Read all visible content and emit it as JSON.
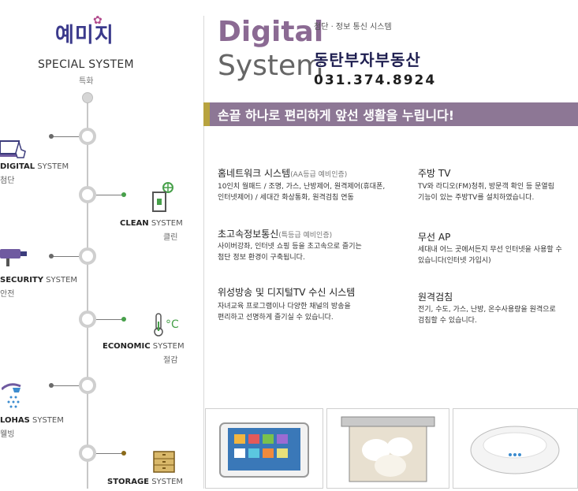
{
  "brand": {
    "logo": "예미지"
  },
  "left": {
    "title": "SPECIAL SYSTEM",
    "subtitle": "특화",
    "items": [
      {
        "bold": "DIGITAL",
        "light": " SYSTEM",
        "sub": "첨단"
      },
      {
        "bold": "CLEAN",
        "light": " SYSTEM",
        "sub": "클린"
      },
      {
        "bold": "SECURITY",
        "light": " SYSTEM",
        "sub": "안전"
      },
      {
        "bold": "ECONOMIC",
        "light": " SYSTEM",
        "sub": "절감"
      },
      {
        "bold": "LOHAS",
        "light": " SYSTEM",
        "sub": "웰빙"
      },
      {
        "bold": "STORAGE",
        "light": " SYSTEM",
        "sub": ""
      }
    ]
  },
  "right": {
    "title_line1": "Digital",
    "title_line2": "System",
    "tagline": "첨단 · 정보 통신 시스템",
    "overlay_name": "동탄부자부동산",
    "overlay_phone": "031.374.8924",
    "banner": "손끝 하나로 편리하게 앞선 생활을 누립니다!",
    "features": [
      {
        "title": "홈네트워크 시스템",
        "note": "(AA등급 예비인증)",
        "body1": "10인치 월패드 / 조명, 가스, 난방제어, 원격제어(휴대폰,",
        "body2": "인터넷제어) / 세대간 화상통화, 원격검침 연동"
      },
      {
        "title": "초고속정보통신",
        "note": "(특등급 예비인증)",
        "body1": "사이버강좌, 인터넷 쇼핑 등을 초고속으로 즐기는",
        "body2": "첨단 정보 환경이 구축됩니다."
      },
      {
        "title": "위성방송 및 디지털TV 수신 시스템",
        "note": "",
        "body1": "자녀교육 프로그램이나 다양한 채널의 방송을",
        "body2": "편리하고 선명하게 즐기실 수 있습니다."
      },
      {
        "title": "주방 TV",
        "note": "",
        "body1": "TV와 라디오(FM)청취, 방문객 확인 등 문열림",
        "body2": "기능이 있는 주방TV를 설치하였습니다."
      },
      {
        "title": "무선 AP",
        "note": "",
        "body1": "세대내 어느 곳에서든지 무선 인터넷을 사용할 수",
        "body2": "있습니다(인터넷 가입시)"
      },
      {
        "title": "원격검침",
        "note": "",
        "body1": "전기, 수도, 가스, 난방, 온수사용량을 원격으로",
        "body2": "검침할 수 있습니다."
      }
    ]
  },
  "colors": {
    "accent": "#8d7795",
    "gold": "#b8a33f",
    "purple": "#8b6a93"
  },
  "icons": [
    "monitor-hand-icon",
    "fan-switch-icon",
    "cctv-camera-icon",
    "thermometer-icon",
    "shower-icon",
    "cabinet-icon"
  ]
}
